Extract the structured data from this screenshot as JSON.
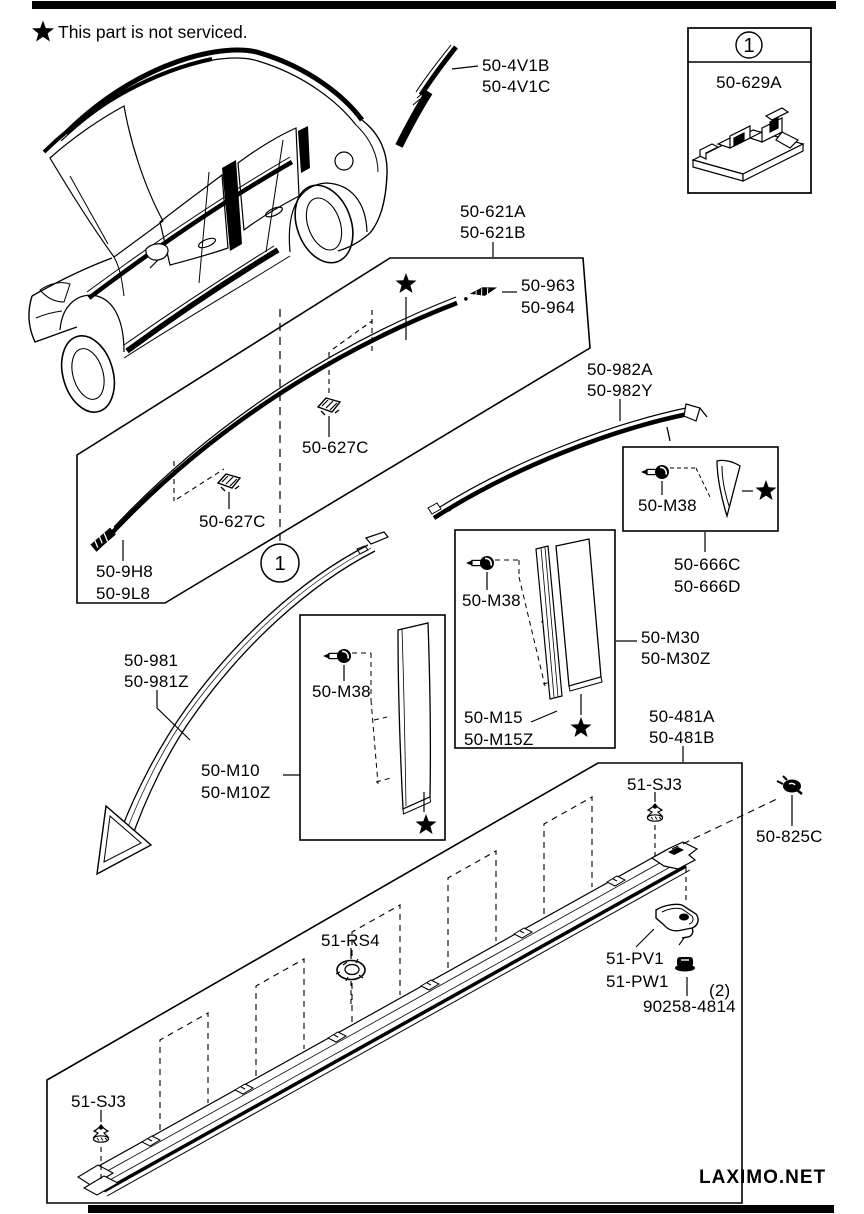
{
  "colors": {
    "ink": "#000000",
    "paper": "#ffffff"
  },
  "note": {
    "text": "This part is not serviced."
  },
  "watermark": {
    "text": "LAXIMO.NET"
  },
  "legend_box": {
    "number": "1",
    "part_no": "50-629A"
  },
  "callout": {
    "number": "1"
  },
  "parts": {
    "roof_end_piece": {
      "line1": "50-4V1B",
      "line2": "50-4V1C"
    },
    "roof_molding_front": {
      "line1": "50-621A",
      "line2": "50-621B"
    },
    "roof_molding_fastener": {
      "line1": "50-963",
      "line2": "50-964"
    },
    "roof_molding_rear": {
      "line1": "50-982A",
      "line2": "50-982Y"
    },
    "clip_roof_upper": {
      "line1": "50-627C"
    },
    "clip_roof_lower": {
      "line1": "50-627C"
    },
    "molding_end_front": {
      "line1": "50-9H8",
      "line2": "50-9L8"
    },
    "screw_rear_box": {
      "line1": "50-M38"
    },
    "quarter_garnish": {
      "line1": "50-666C",
      "line2": "50-666D"
    },
    "pillar_tape_rear": {
      "line1": "50-M30",
      "line2": "50-M30Z"
    },
    "screw_center_box": {
      "line1": "50-M38"
    },
    "pillar_tape_lower": {
      "line1": "50-M15",
      "line2": "50-M15Z"
    },
    "windshield_molding": {
      "line1": "50-981",
      "line2": "50-981Z"
    },
    "pillar_tape_front": {
      "line1": "50-M10",
      "line2": "50-M10Z"
    },
    "screw_front_box": {
      "line1": "50-M38"
    },
    "side_sill_molding": {
      "line1": "50-481A",
      "line2": "50-481B"
    },
    "clip_sill_upper": {
      "line1": "51-SJ3"
    },
    "sill_end_fastener": {
      "line1": "50-825C"
    },
    "sill_bracket": {
      "line1": "51-PV1",
      "line2": "51-PW1"
    },
    "bracket_nut": {
      "qty": "(2)",
      "line1": "90258-4814"
    },
    "sill_grommet": {
      "line1": "51-RS4"
    },
    "clip_sill_lower": {
      "line1": "51-SJ3"
    }
  }
}
